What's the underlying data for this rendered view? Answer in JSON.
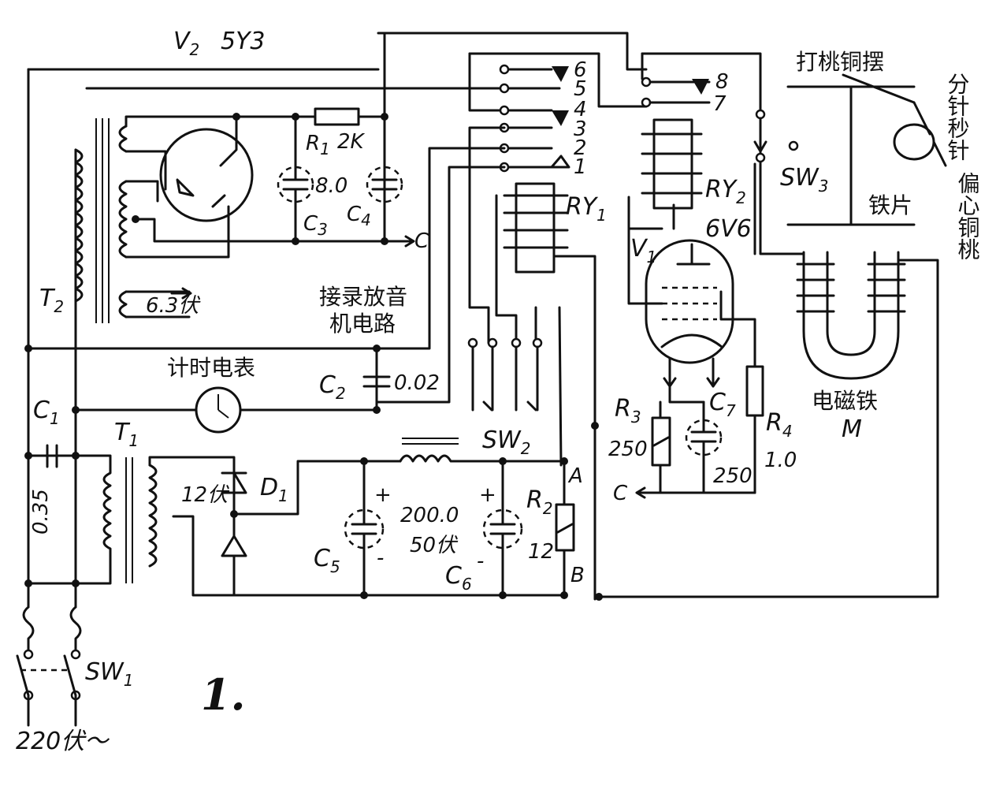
{
  "labels": {
    "v2": "V",
    "v2_sub": "2",
    "v2_tube": "5Y3",
    "r1": "R",
    "r1_sub": "1",
    "r1_value": "2K",
    "c34_value": "8.0",
    "c3": "C",
    "c3_sub": "3",
    "c4": "C",
    "c4_sub": "4",
    "c_node_top": "C",
    "t2": "T",
    "t2_sub": "2",
    "heater_voltage": "6.3伏",
    "recorder_circuit_1": "接录放音",
    "recorder_circuit_2": "机电路",
    "timer_meter": "计时电表",
    "c2": "C",
    "c2_sub": "2",
    "c2_value": "0.02",
    "c1": "C",
    "c1_sub": "1",
    "c1_value": "0.35",
    "t1": "T",
    "t1_sub": "1",
    "d1": "D",
    "d1_sub": "1",
    "d1_voltage": "12伏",
    "c56_value": "200.0",
    "c56_voltage": "50伏",
    "c5": "C",
    "c5_sub": "5",
    "c6": "C",
    "c6_sub": "6",
    "r2": "R",
    "r2_sub": "2",
    "r2_value": "12",
    "node_a": "A",
    "node_b": "B",
    "sw2": "SW",
    "sw2_sub": "2",
    "ry1": "RY",
    "ry1_sub": "1",
    "ry2": "RY",
    "ry2_sub": "2",
    "v1": "V",
    "v1_sub": "1",
    "v1_tube": "6V6",
    "r3": "R",
    "r3_sub": "3",
    "r3_value": "250",
    "c7": "C",
    "c7_sub": "7",
    "c7_value": "250",
    "r4": "R",
    "r4_sub": "4",
    "r4_value": "1.0",
    "c_node_bottom": "C",
    "sw3": "SW",
    "sw3_sub": "3",
    "hammer": "打桃铜摆",
    "second_hand": "分针秒针",
    "cam": "偏心铜桃",
    "iron_piece": "铁片",
    "electromagnet": "电磁铁",
    "magnet_m": "M",
    "sw1": "SW",
    "sw1_sub": "1",
    "mains": "220伏～",
    "figure_number": "1."
  },
  "contacts": [
    "6",
    "5",
    "4",
    "3",
    "2",
    "1"
  ],
  "contacts_ry2": [
    "8",
    "7"
  ]
}
